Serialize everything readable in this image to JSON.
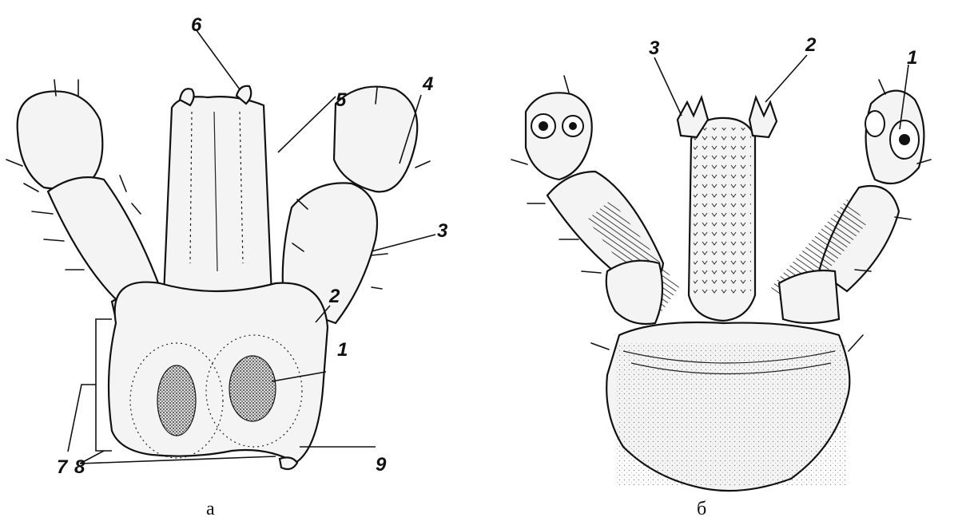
{
  "panel_a": {
    "caption": "а",
    "labels": [
      "1",
      "2",
      "3",
      "4",
      "5",
      "6",
      "7",
      "8",
      "9"
    ]
  },
  "panel_b": {
    "caption": "б",
    "labels": [
      "1",
      "2",
      "3"
    ]
  }
}
